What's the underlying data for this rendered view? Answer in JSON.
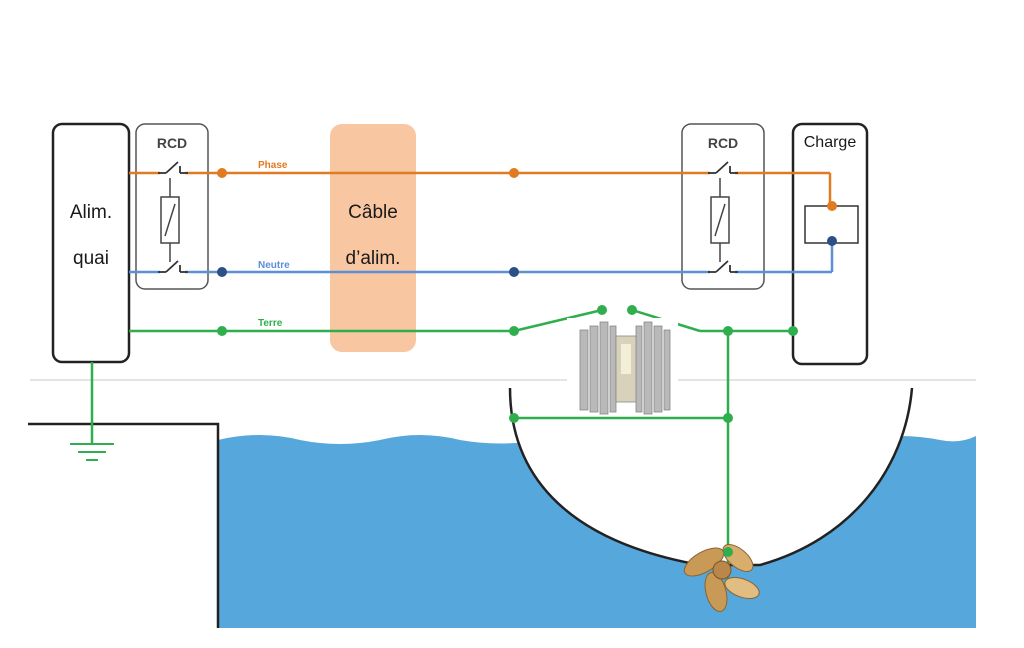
{
  "shore_supply": {
    "line1": "Alim.",
    "line2": "quai"
  },
  "rcd_left": {
    "label": "RCD"
  },
  "rcd_right": {
    "label": "RCD"
  },
  "cable": {
    "line1": "Câble",
    "line2": "d’alim."
  },
  "load": {
    "label": "Charge"
  },
  "wires": {
    "phase": {
      "label": "Phase",
      "color": "#e07b22"
    },
    "neutral": {
      "label": "Neutre",
      "color": "#5b8fd6"
    },
    "earth": {
      "label": "Terre",
      "color": "#2fae4e"
    }
  },
  "colors": {
    "cable_fill": "#f8c6a0",
    "water": "#56a8dc",
    "hull_outline": "#222222",
    "isolator": "#b9b9b9"
  },
  "icons": [
    "ground-symbol-icon",
    "galvanic-isolator-icon",
    "propeller-icon"
  ]
}
